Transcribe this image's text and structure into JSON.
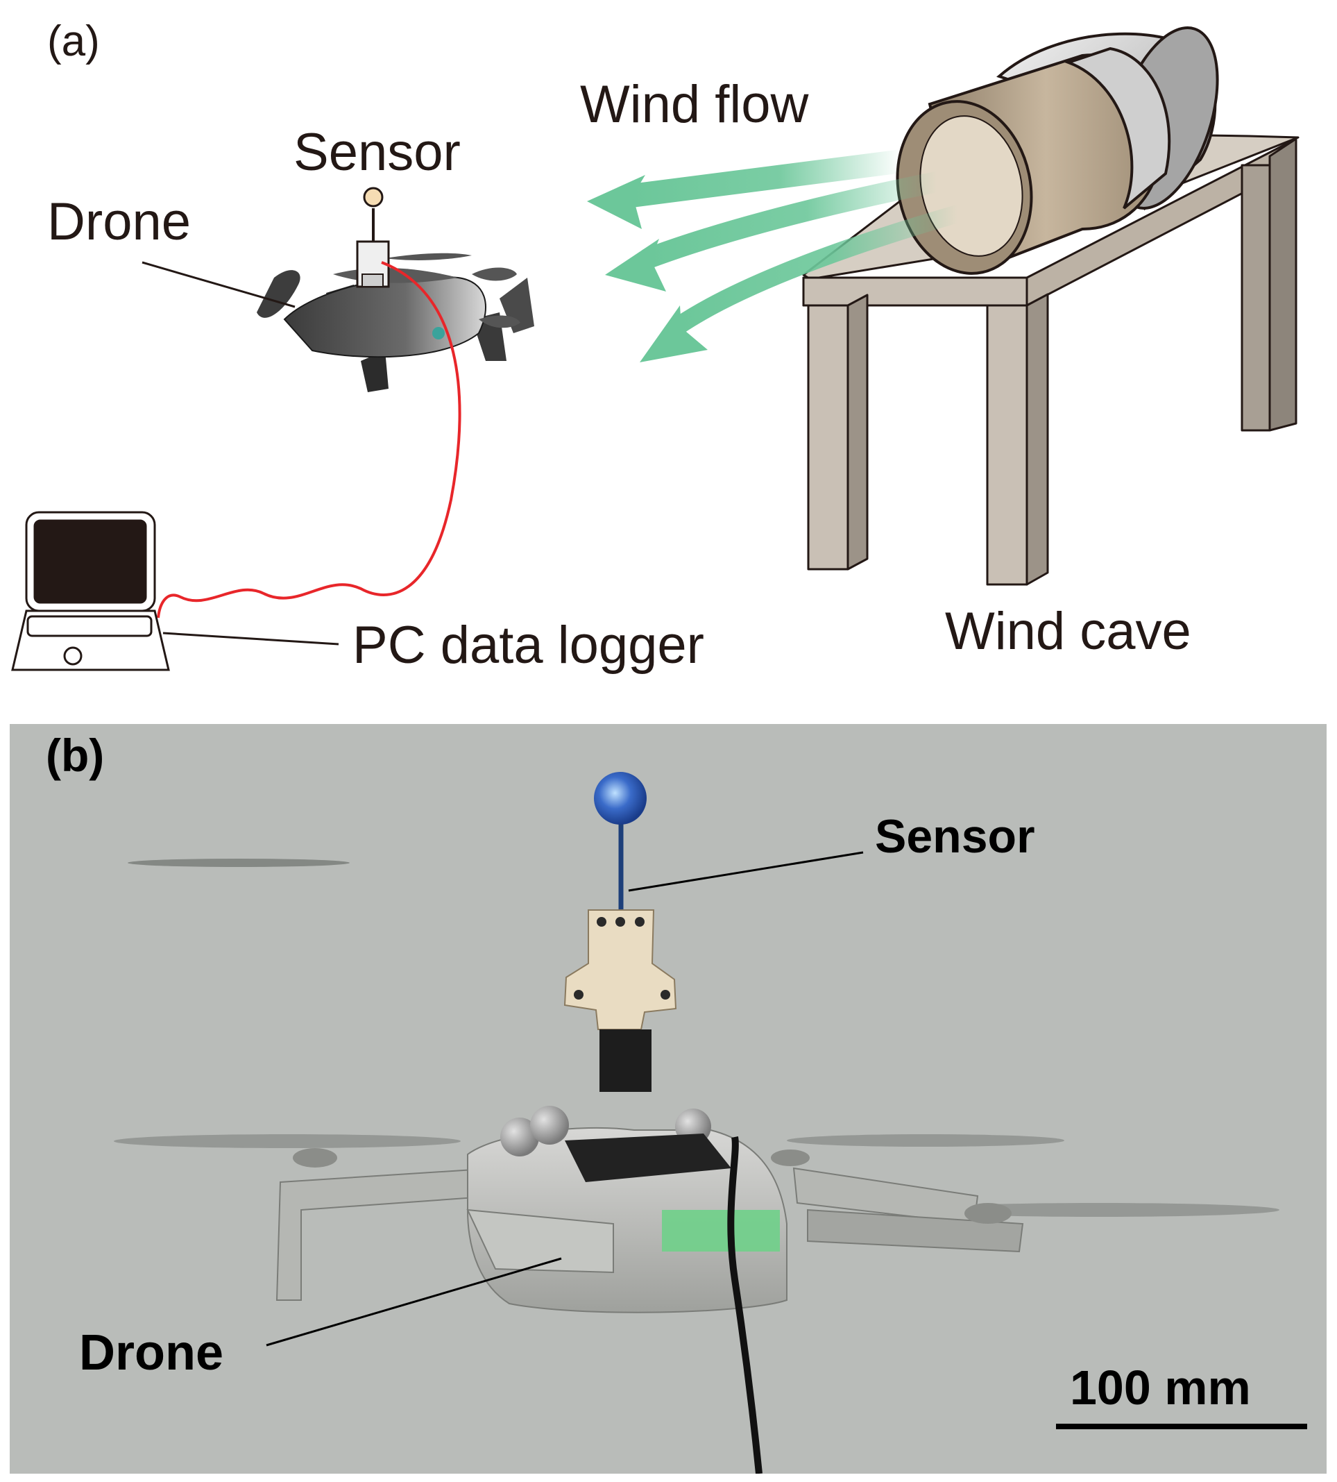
{
  "panel_a": {
    "label": "(a)",
    "sensor_label": "Sensor",
    "drone_label": "Drone",
    "wind_flow_label": "Wind flow",
    "pc_label": "PC data logger",
    "wind_cave_label": "Wind cave",
    "colors": {
      "wind_arrow": "#6cc79a",
      "cable": "#e8262a",
      "table": "#c9c0b5",
      "tube": "#b4a48f"
    }
  },
  "panel_b": {
    "label": "(b)",
    "sensor_label": "Sensor",
    "drone_label": "Drone",
    "scale_label": "100 mm",
    "colors": {
      "background": "#b9bcb9",
      "sensor_ball": "#3a6bc9",
      "tape": "#6fd08a"
    }
  }
}
